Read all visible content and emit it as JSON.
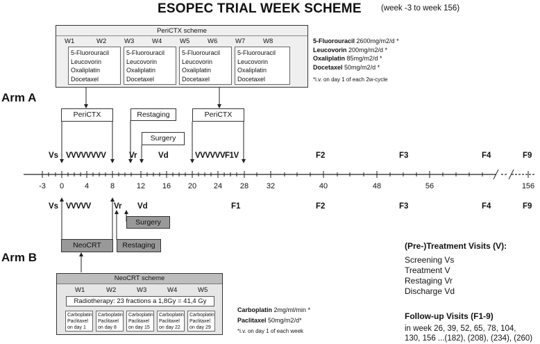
{
  "title": "ESOPEC TRIAL WEEK SCHEME",
  "subtitle": "(week -3 to week 156)",
  "arm_a": {
    "label": "Arm A",
    "scheme": {
      "title": "PeriCTX scheme",
      "weeks": [
        "W1",
        "W2",
        "W3",
        "W4",
        "W5",
        "W6",
        "W7",
        "W8"
      ],
      "drug_blocks": [
        [
          "5-Fluorouracil",
          "Leucovorin",
          "Oxaliplatin",
          "Docetaxel"
        ],
        [
          "5-Fluorouracil",
          "Leucovorin",
          "Oxaliplatin",
          "Docetaxel"
        ],
        [
          "5-Fluorouracil",
          "Leucovorin",
          "Oxaliplatin",
          "Docetaxel"
        ],
        [
          "5-Fluorouracil",
          "Leucovorin",
          "Oxaliplatin",
          "Docetaxel"
        ]
      ]
    },
    "doses": [
      {
        "drug": "5-Fluorouracil",
        "amount": "2600mg/m2/d *"
      },
      {
        "drug": "Leucovorin",
        "amount": "200mg/m2/d *"
      },
      {
        "drug": "Oxaliplatin",
        "amount": "85mg/m2/d *"
      },
      {
        "drug": "Docetaxel",
        "amount": "50mg/m2/d *"
      }
    ],
    "dose_note": "*i.v. on day 1 of each 2w-cycle",
    "phases": {
      "pericix1": "PeriCTX",
      "restaging": "Restaging",
      "surgery": "Surgery",
      "pericix2": "PeriCTX"
    },
    "visits": {
      "vs": "Vs",
      "v_block1": "VVVVVVVV",
      "vr": "Vr",
      "vd": "Vd",
      "v_block2": "VVVVVVF1V",
      "f2": "F2",
      "f3": "F3",
      "f4": "F4",
      "f9": "F9"
    }
  },
  "axis": {
    "ticks": [
      "-3",
      "0",
      "4",
      "8",
      "12",
      "16",
      "20",
      "24",
      "28",
      "32",
      "40",
      "48",
      "56",
      "156"
    ]
  },
  "arm_b": {
    "label": "Arm B",
    "visits": {
      "vs": "Vs",
      "v_block": "VVVVV",
      "vr": "Vr",
      "vd": "Vd",
      "f1": "F1",
      "f2": "F2",
      "f3": "F3",
      "f4": "F4",
      "f9": "F9"
    },
    "phases": {
      "surgery": "Surgery",
      "neocrt": "NeoCRT",
      "restaging": "Restaging"
    },
    "scheme": {
      "title": "NeoCRT scheme",
      "weeks": [
        "W1",
        "W2",
        "W3",
        "W4",
        "W5"
      ],
      "radiotherapy": "Radiotherapy: 23 fractions a 1,8Gy = 41,4 Gy",
      "day_blocks": [
        [
          "Carboplatin",
          "Paclitaxel",
          "on day 1"
        ],
        [
          "Carboplatin",
          "Paclitaxel",
          "on day 8"
        ],
        [
          "Carboplatin",
          "Paclitaxel",
          "on day 15"
        ],
        [
          "Carboplatin",
          "Paclitaxel",
          "on day 22"
        ],
        [
          "Carboplatin",
          "Paclitaxel",
          "on day 29"
        ]
      ]
    },
    "doses": [
      {
        "drug": "Carboplatin",
        "amount": "2mg/ml/min *"
      },
      {
        "drug": "Paclitaxel",
        "amount": "50mg/m2/d*"
      }
    ],
    "dose_note": "*i.v. on day 1 of each week"
  },
  "legend": {
    "visits_heading": "(Pre-)Treatment Visits (V):",
    "visits": [
      "Screening Vs",
      "Treatment V",
      "Restaging Vr",
      "Discharge Vd"
    ],
    "followup_heading": "Follow-up Visits (F1-9)",
    "followup_lines": [
      "in week 26, 39, 52, 65, 78, 104,",
      "130, 156 ...(182), (208), (234), (260)"
    ]
  }
}
